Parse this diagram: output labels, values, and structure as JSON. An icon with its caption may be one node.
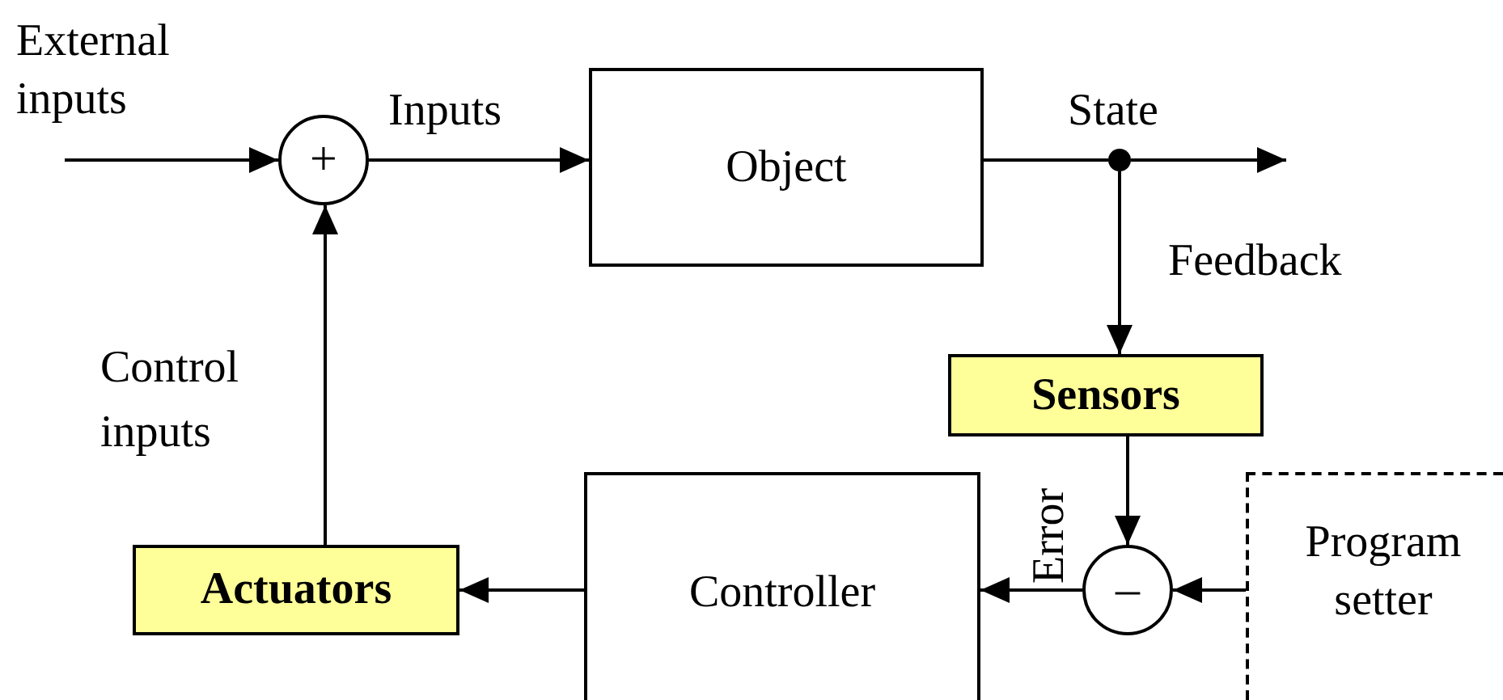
{
  "diagram": {
    "nodes": [
      {
        "text": [
          "External inputs"
        ]
      },
      {
        "text": [
          "+"
        ]
      },
      {
        "text": [
          "Object"
        ]
      },
      {
        "text": [],
        "shape": "circle"
      },
      {
        "text": [
          "Sensors"
        ]
      },
      {
        "text": [
          "–"
        ]
      },
      {
        "text": [
          "Program setter"
        ]
      },
      {
        "text": [
          "Controller"
        ]
      },
      {
        "text": [
          "Actuators"
        ]
      }
    ],
    "edges": [
      {
        "from": 0,
        "to": 1,
        "arrow": "to"
      },
      {
        "from": 1,
        "to": 2,
        "arrow": "to",
        "label": "Inputs"
      },
      {
        "from": 2,
        "to": 3,
        "arrow": "none"
      },
      {
        "from": 3,
        "to": null,
        "arrow": "to"
      },
      {
        "from": 3,
        "to": 4,
        "arrow": "to",
        "label": "Feedback"
      },
      {
        "from": 4,
        "to": 5,
        "arrow": "to"
      },
      {
        "from": 6,
        "to": 5,
        "arrow": "to"
      },
      {
        "from": 5,
        "to": 7,
        "arrow": "to",
        "label": "Error"
      },
      {
        "from": 7,
        "to": 8,
        "arrow": "to"
      },
      {
        "from": 8,
        "to": 1,
        "arrow": "to",
        "label": "Control inputs"
      }
    ],
    "labels": [
      "State"
    ]
  }
}
